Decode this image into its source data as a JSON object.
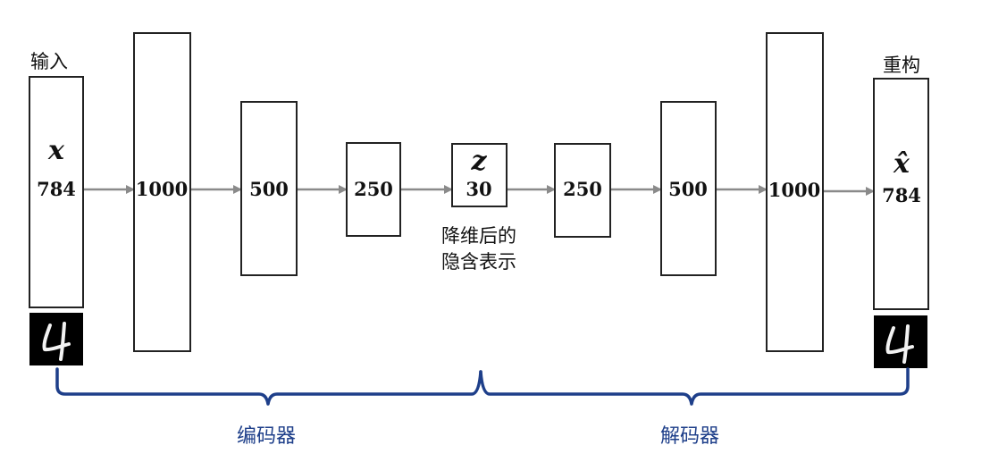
{
  "input_label": "输入",
  "output_label": "重构",
  "input_var": "x",
  "output_var": "x̂",
  "latent_var": "z",
  "latent_caption": [
    "降维后的",
    "隐含表示"
  ],
  "encoder_label": "编码器",
  "decoder_label": "解码器",
  "layers": [
    "784",
    "1000",
    "500",
    "250",
    "30",
    "250",
    "500",
    "1000",
    "784"
  ],
  "colors": {
    "brace": "#1e3f8a",
    "arrow": "#8a8a8a"
  }
}
